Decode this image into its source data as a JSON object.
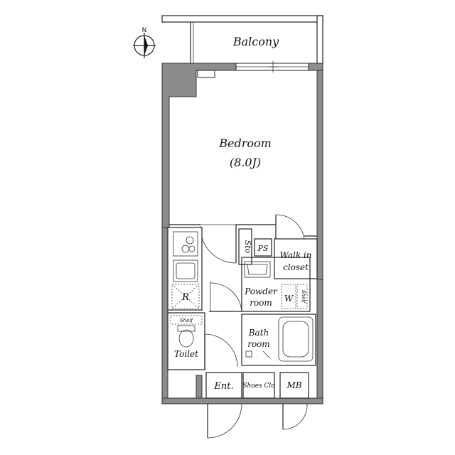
{
  "rooms": {
    "balcony": "Balcony",
    "bedroom": "Bedroom",
    "bedroom_size": "(8.0J)",
    "storage": "Sto",
    "pipe_space": "PS",
    "walk_in_closet_line1": "Walk in",
    "walk_in_closet_line2": "closet",
    "refrigerator": "R",
    "powder_room_line1": "Powder",
    "powder_room_line2": "room",
    "washer": "W",
    "shelf_right": "Shelf",
    "shelf_toilet": "Shelf",
    "bathroom_line1": "Bath",
    "bathroom_line2": "room",
    "toilet": "Toilet",
    "entrance": "Ent.",
    "shoes_closet": "Shoes Clo",
    "meter_box": "MB"
  },
  "compass": {
    "north": "N"
  },
  "colors": {
    "wall": "#8c8c8c",
    "line": "#222222"
  }
}
